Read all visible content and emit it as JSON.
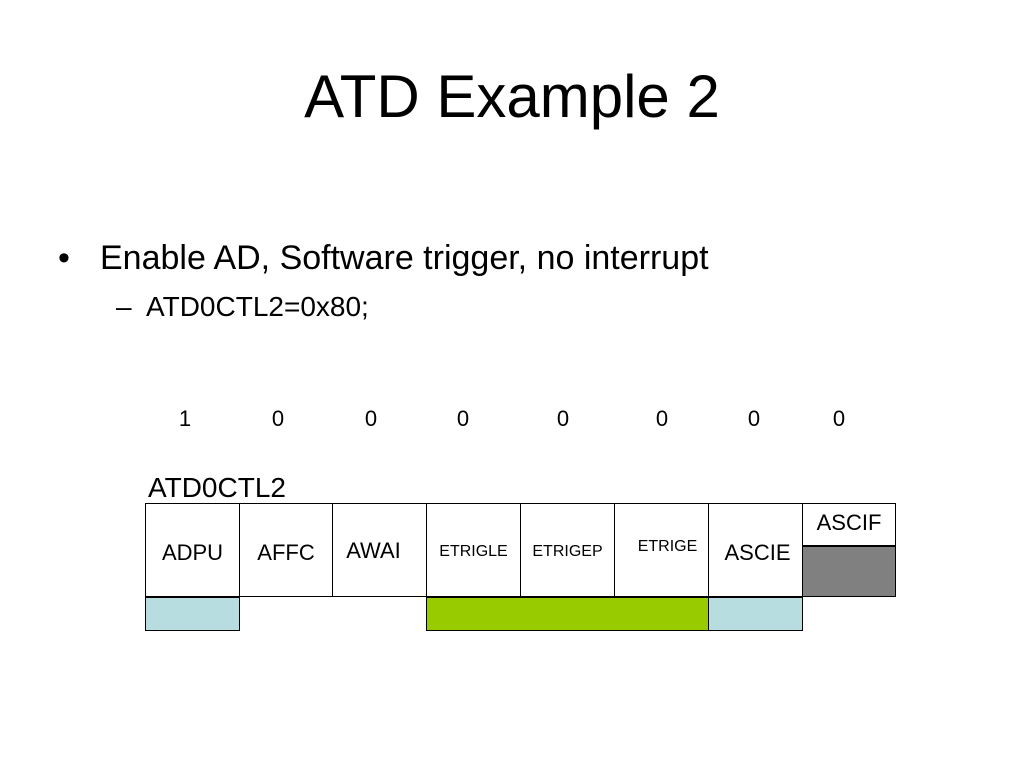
{
  "slide": {
    "title": "ATD Example 2",
    "bullet": "Enable AD, Software trigger, no interrupt",
    "bullet_marker": "•",
    "sub_bullet": "ATD0CTL2=0x80;",
    "sub_bullet_marker": "–"
  },
  "register": {
    "name": "ATD0CTL2",
    "bit_values": [
      "1",
      "0",
      "0",
      "0",
      "0",
      "0",
      "0",
      "0"
    ],
    "fields": [
      "ADPU",
      "AFFC",
      "AWAI",
      "ETRIGLE",
      "ETRIGEP",
      "ETRIGE",
      "ASCIE",
      "ASCIF"
    ],
    "colors": {
      "light_blue": "#b7dde1",
      "green": "#99cc00",
      "gray": "#808080"
    }
  }
}
